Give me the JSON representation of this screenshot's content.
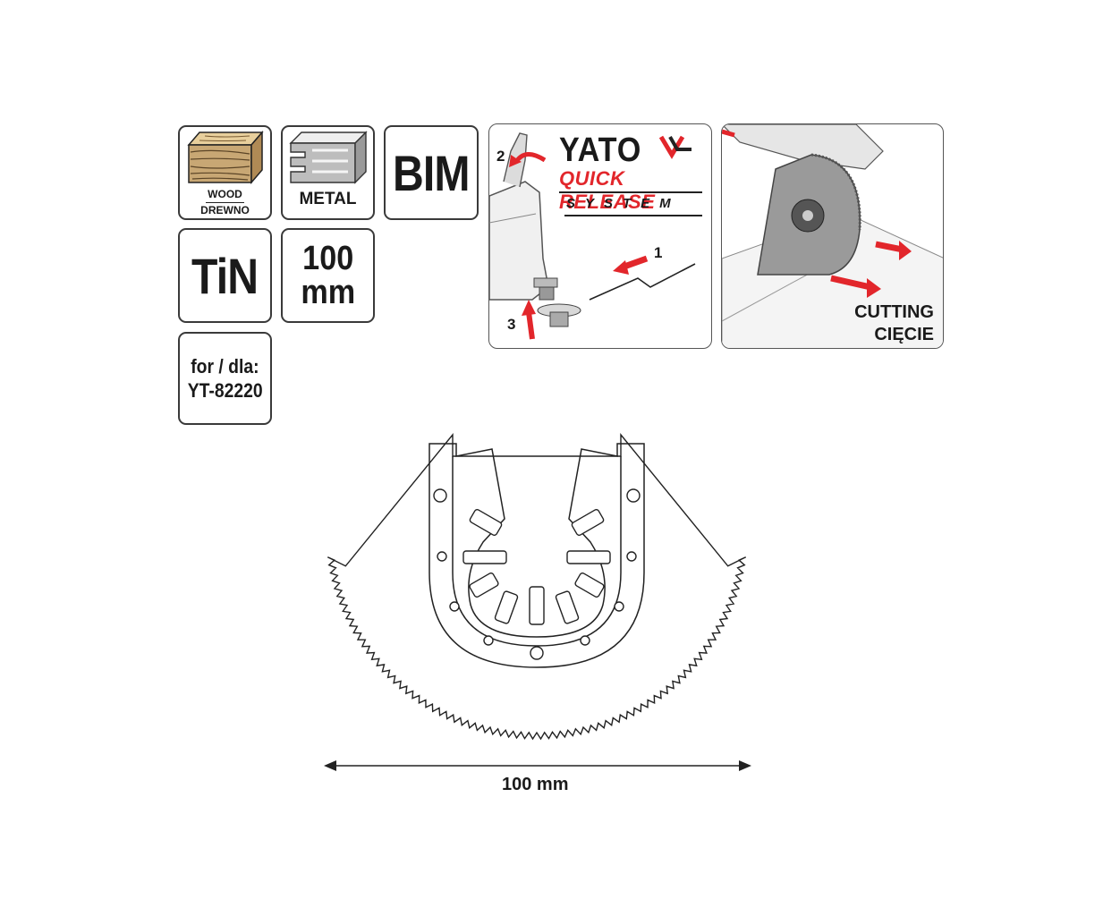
{
  "tiles": {
    "wood_label_en": "WOOD",
    "wood_label_pl": "DREWNO",
    "metal_label": "METAL",
    "bim_label": "BIM",
    "tin_label": "TiN",
    "size_value": "100",
    "size_unit": "mm",
    "for_label": "for / dla:",
    "model": "YT-82220"
  },
  "quick_release": {
    "brand": "YATO",
    "line1": "QUICK RELEASE",
    "line2": "SYSTEM",
    "step1": "1",
    "step2": "2",
    "step3": "3"
  },
  "cutting": {
    "label_en": "CUTTING",
    "label_pl": "CIĘCIE"
  },
  "dimension": {
    "label": "100 mm"
  },
  "colors": {
    "accent_red": "#e2262b",
    "wood": "#c8a774",
    "outline": "#3a3a3a"
  }
}
